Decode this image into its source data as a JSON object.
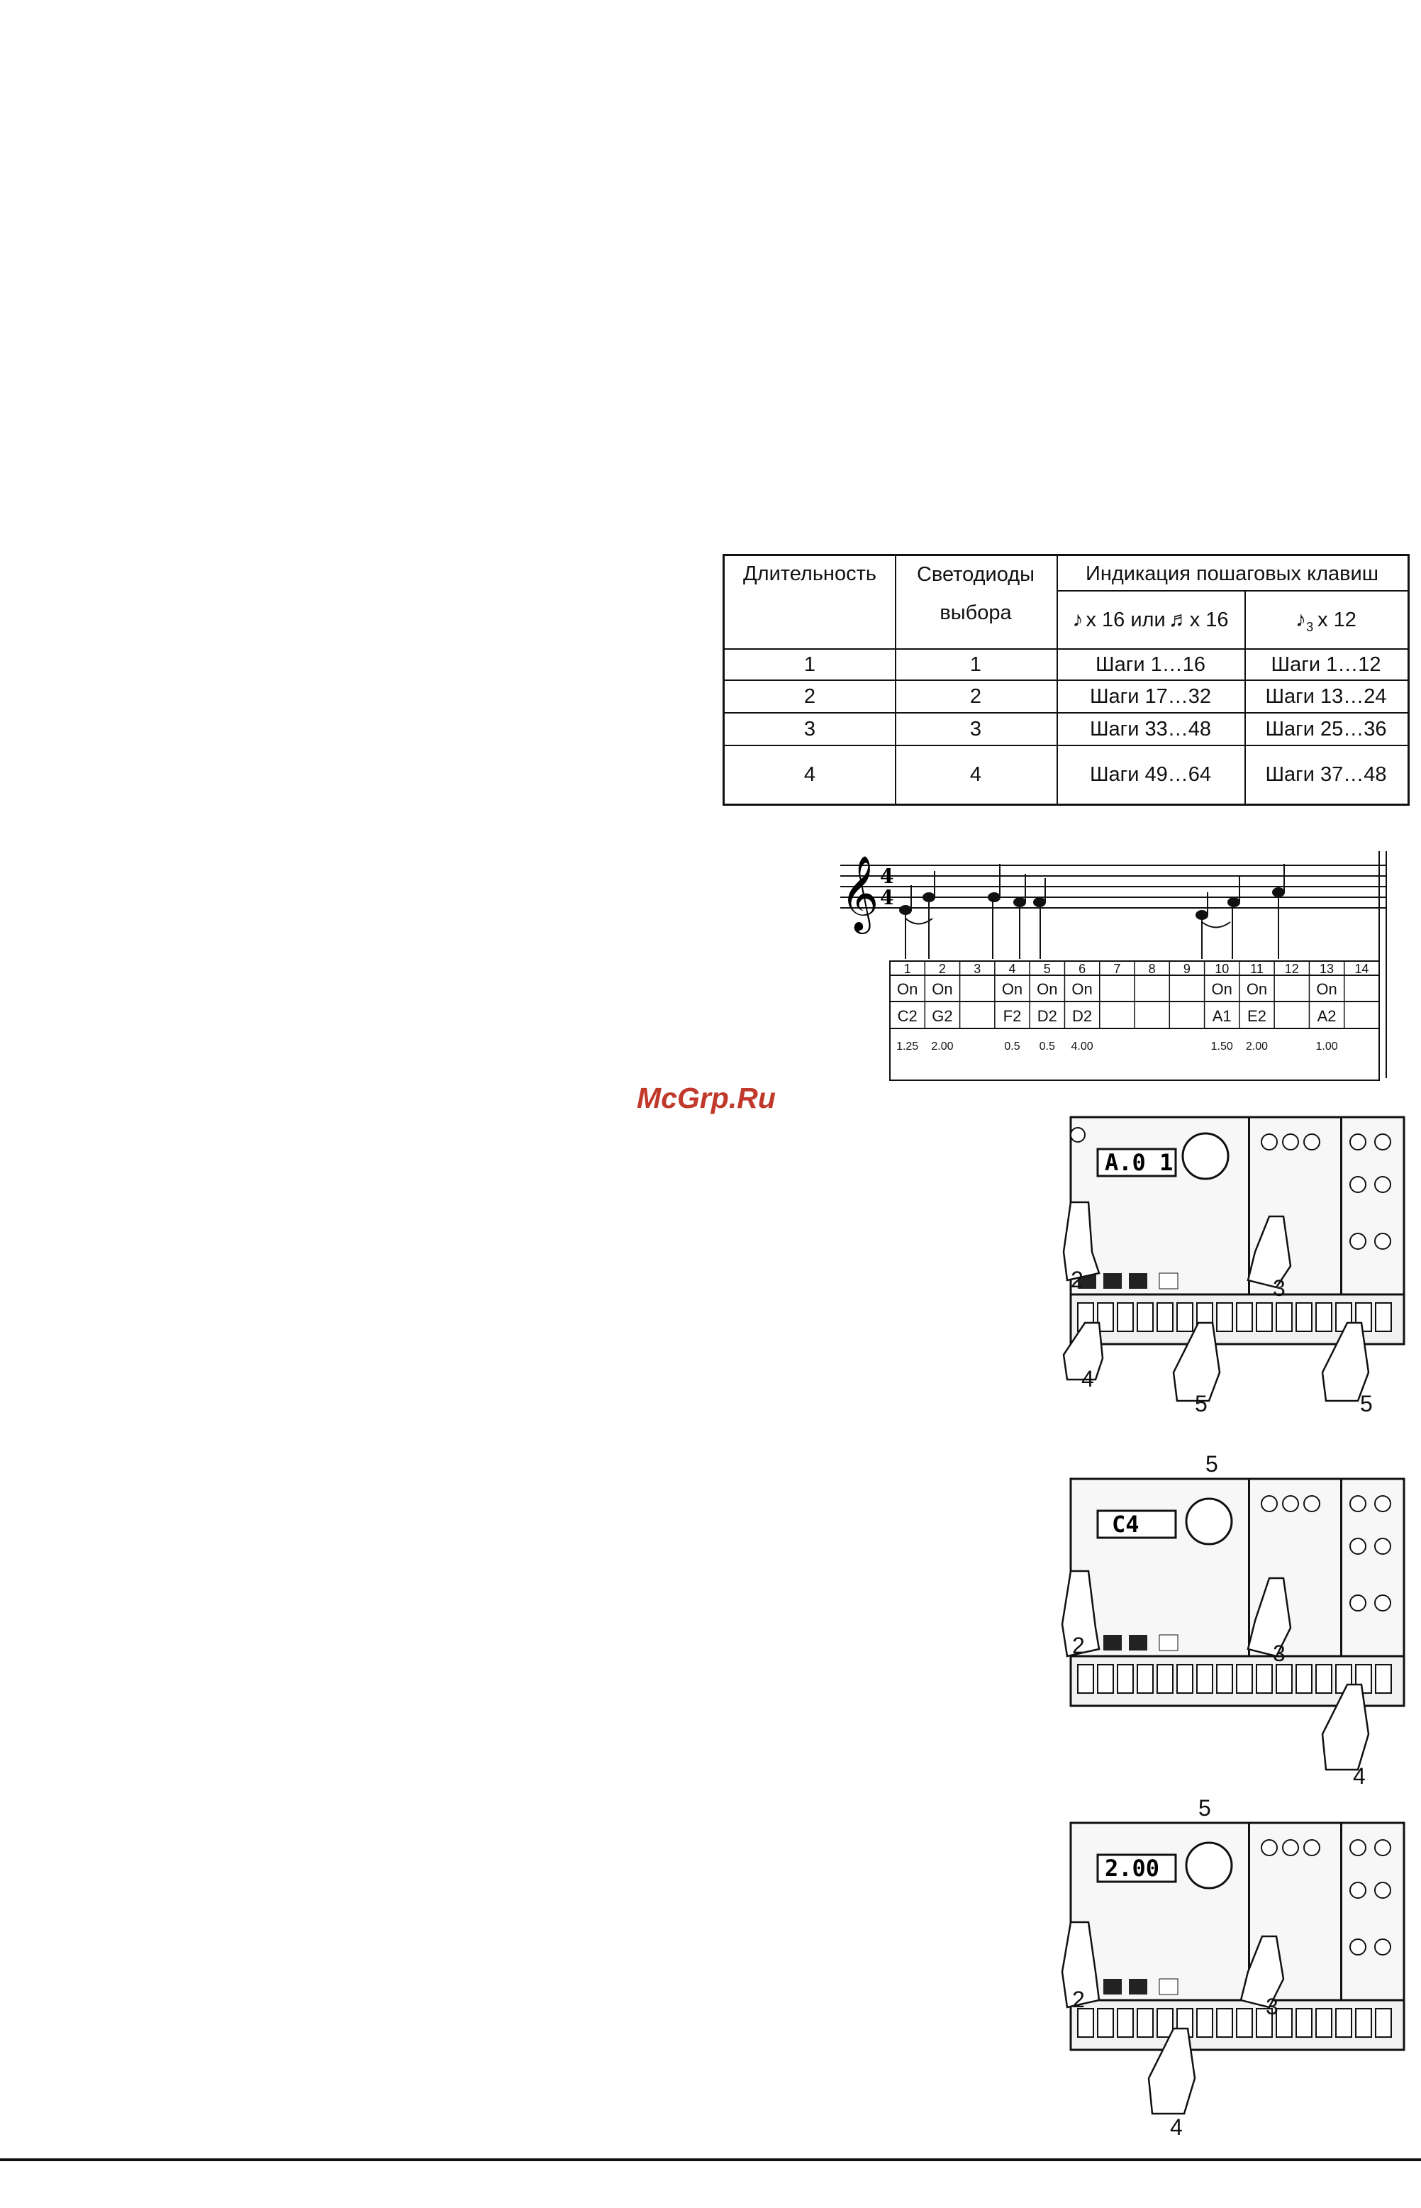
{
  "table": {
    "headers": {
      "col1": "Длительность",
      "col2_line1": "Светодиоды",
      "col2_line2": "выбора",
      "col3": "Индикация пошаговых клавиш",
      "col3a": "x 16 или",
      "col3a_tail": "x 16",
      "col3b": "x 12",
      "col3b_sub": "3"
    },
    "rows": [
      {
        "length": "1",
        "leds": "1",
        "steps16": "Шаги  1…16",
        "steps12": "Шаги  1…12"
      },
      {
        "length": "2",
        "leds": "2",
        "steps16": "Шаги 17…32",
        "steps12": "Шаги 13…24"
      },
      {
        "length": "3",
        "leds": "3",
        "steps16": "Шаги 33…48",
        "steps12": "Шаги 25…36"
      },
      {
        "length": "4",
        "leds": "4",
        "steps16": "Шаги 49…64",
        "steps12": "Шаги 37…48"
      }
    ]
  },
  "score": {
    "time_signature_top": "4",
    "time_signature_bottom": "4",
    "step_numbers": [
      "1",
      "2",
      "3",
      "4",
      "5",
      "6",
      "7",
      "8",
      "9",
      "10",
      "11",
      "12",
      "13",
      "14"
    ],
    "gate": [
      "On",
      "On",
      "",
      "On",
      "On",
      "On",
      "",
      "",
      "",
      "On",
      "On",
      "",
      "On",
      ""
    ],
    "notes": [
      "C2",
      "G2",
      "",
      "F2",
      "D2",
      "D2",
      "",
      "",
      "",
      "A1",
      "E2",
      "",
      "A2",
      ""
    ],
    "lengths": [
      "1.25",
      "2.00",
      "",
      "0.5",
      "0.5",
      "4.00",
      "",
      "",
      "",
      "1.50",
      "2.00",
      "",
      "1.00",
      ""
    ]
  },
  "watermark": "McGrp.Ru",
  "devices": [
    {
      "display": "A.0 1",
      "callouts": [
        "2",
        "3",
        "4",
        "5",
        "5"
      ]
    },
    {
      "display": "C4",
      "callouts": [
        "5",
        "2",
        "3",
        "4"
      ]
    },
    {
      "display": "2.00",
      "callouts": [
        "5",
        "2",
        "3",
        "4"
      ]
    }
  ]
}
